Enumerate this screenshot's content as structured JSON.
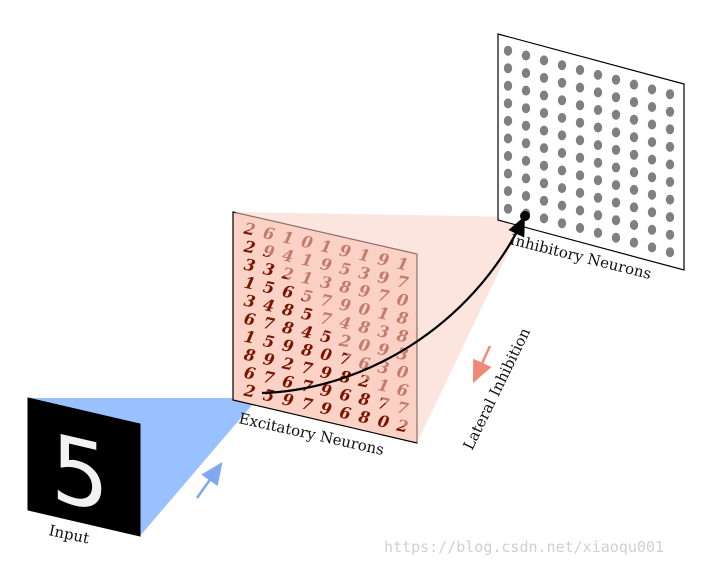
{
  "labels": {
    "input": "Input",
    "excitatory": "Excitatory Neurons",
    "inhibitory": "Inhibitory Neurons",
    "lateral": "Lateral Inhibition"
  },
  "watermark": "https://blog.csdn.net/xiaoqu001",
  "input_digit": "5",
  "excitatory_digits": [
    [
      "2",
      "6",
      "1",
      "0",
      "1",
      "9",
      "1",
      "9",
      "1"
    ],
    [
      "2",
      "9",
      "4",
      "1",
      "9",
      "5",
      "3",
      "9",
      "7"
    ],
    [
      "3",
      "3",
      "2",
      "1",
      "3",
      "8",
      "9",
      "7",
      "0"
    ],
    [
      "1",
      "5",
      "6",
      "5",
      "7",
      "9",
      "0",
      "1",
      "8"
    ],
    [
      "3",
      "4",
      "8",
      "5",
      "7",
      "4",
      "8",
      "3",
      "8"
    ],
    [
      "6",
      "7",
      "8",
      "4",
      "5",
      "2",
      "0",
      "9",
      "3"
    ],
    [
      "1",
      "5",
      "9",
      "8",
      "0",
      "7",
      "6",
      "3",
      "0"
    ],
    [
      "8",
      "9",
      "2",
      "7",
      "9",
      "8",
      "2",
      "1",
      "6"
    ],
    [
      "6",
      "7",
      "6",
      "7",
      "9",
      "6",
      "8",
      "7",
      "7"
    ],
    [
      "2",
      "5",
      "9",
      "7",
      "9",
      "6",
      "8",
      "0",
      "2"
    ]
  ],
  "inhibitory_grid": {
    "rows": 10,
    "cols": 10
  },
  "colors": {
    "input_fan": "#99c0ff",
    "excitatory_panel": "#fbd2c6",
    "excitatory_fan": "#fbd0c4",
    "inhibitory_dot": "#808080",
    "input_arrow": "#7fa8f0",
    "lateral_arrow": "#f08a78",
    "digit_ink": "#7a1400"
  }
}
